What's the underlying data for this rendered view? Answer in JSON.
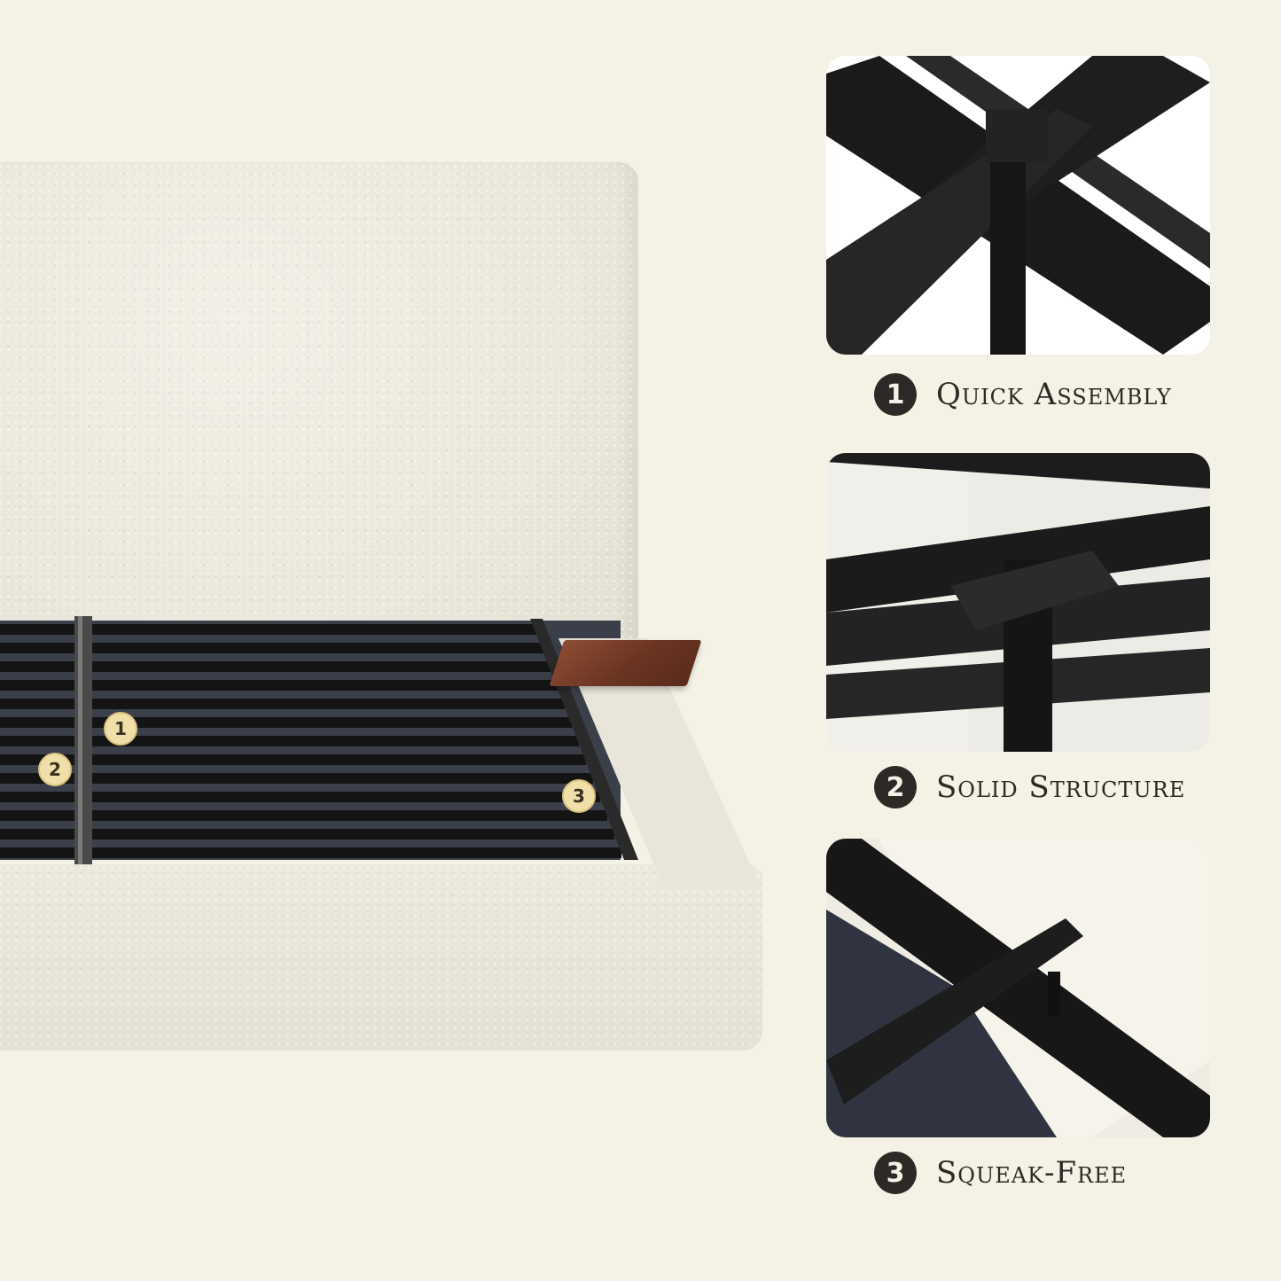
{
  "features": [
    {
      "number": "1",
      "label": "Quick Assembly"
    },
    {
      "number": "2",
      "label": "Solid Structure"
    },
    {
      "number": "3",
      "label": "Squeak-Free"
    }
  ],
  "callouts": [
    "1",
    "2",
    "3"
  ],
  "colors": {
    "background": "#f4f2e4",
    "fabric": "#ebe7dc",
    "steel": "#1e1e1e",
    "wood": "#6a3422",
    "badge": "#2c2a26"
  }
}
